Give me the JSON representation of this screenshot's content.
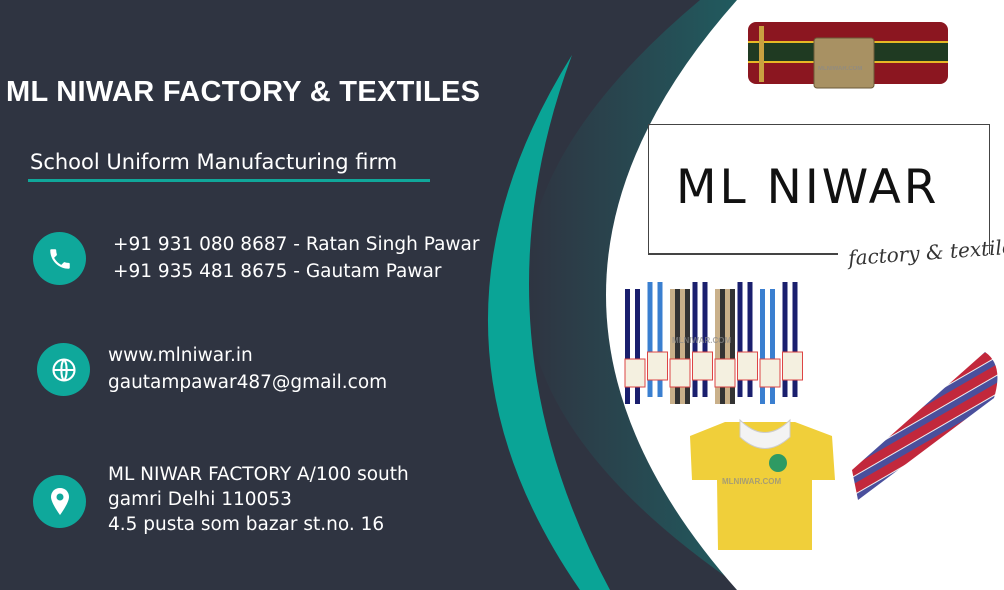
{
  "card": {
    "title": "ML NIWAR FACTORY & TEXTILES",
    "subtitle": "School Uniform Manufacturing firm",
    "phones": [
      "+91 931 080 8687 - Ratan Singh Pawar",
      "+91 935 481 8675 - Gautam Pawar"
    ],
    "web": {
      "website": "www.mlniwar.in",
      "email": "gautampawar487@gmail.com"
    },
    "address": [
      "ML NIWAR FACTORY A/100 south",
      "gamri Delhi 110053",
      "4.5 pusta som bazar st.no. 16"
    ]
  },
  "logo": {
    "main": "ML NIWAR",
    "script": "factory & textiles"
  },
  "products": {
    "watermark": "MLNIWAR.COM"
  },
  "icons": {
    "phone": "phone-icon",
    "web": "globe-icon",
    "address": "location-pin-icon"
  },
  "colors": {
    "background": "#2f3441",
    "accent": "#0fa89b",
    "panel": "#ffffff"
  }
}
